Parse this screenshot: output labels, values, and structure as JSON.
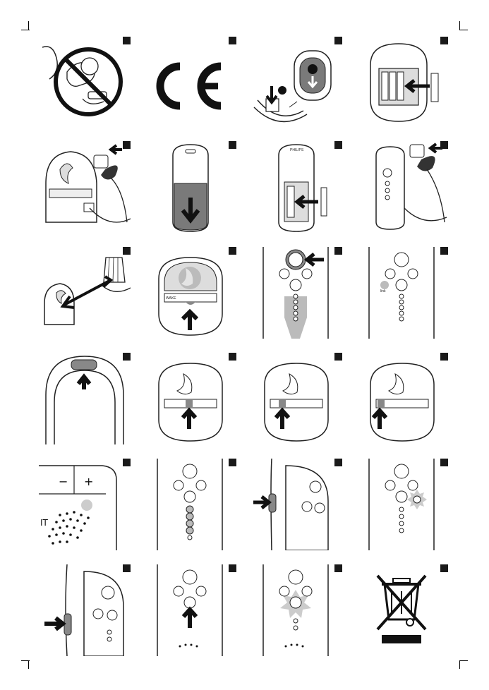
{
  "page": {
    "title": ""
  },
  "labels": {
    "plus": "+",
    "minus": "−",
    "brand_small": "PHILIPS",
    "link": "link",
    "btn_bars": "WAKE",
    "bottom_text": "IT"
  },
  "figures": [
    {
      "id": 1,
      "icon": "no-strangulation-warning"
    },
    {
      "id": 2,
      "icon": "ce-mark"
    },
    {
      "id": 3,
      "icon": "battery-cover-open"
    },
    {
      "id": 4,
      "icon": "battery-insert-baby-unit"
    },
    {
      "id": 5,
      "icon": "power-adapter-baby-unit"
    },
    {
      "id": 6,
      "icon": "parent-unit-cover-slide"
    },
    {
      "id": 7,
      "icon": "battery-insert-parent-unit"
    },
    {
      "id": 8,
      "icon": "power-adapter-parent-unit"
    },
    {
      "id": 9,
      "icon": "distance-from-baby"
    },
    {
      "id": 10,
      "icon": "press-power-baby-unit"
    },
    {
      "id": 11,
      "icon": "press-power-parent-unit"
    },
    {
      "id": 12,
      "icon": "link-light-parent-unit"
    },
    {
      "id": 13,
      "icon": "night-light-button"
    },
    {
      "id": 14,
      "icon": "lullaby-button"
    },
    {
      "id": 15,
      "icon": "volume-button"
    },
    {
      "id": 16,
      "icon": "talk-back-button"
    },
    {
      "id": 17,
      "icon": "baby-unit-light-indicator"
    },
    {
      "id": 18,
      "icon": "sound-level-lights"
    },
    {
      "id": 19,
      "icon": "vibration-switch"
    },
    {
      "id": 20,
      "icon": "battery-low-light"
    },
    {
      "id": 21,
      "icon": "side-switch-press"
    },
    {
      "id": 22,
      "icon": "paging-button"
    },
    {
      "id": 23,
      "icon": "paging-flash"
    },
    {
      "id": 24,
      "icon": "weee-disposal"
    }
  ]
}
